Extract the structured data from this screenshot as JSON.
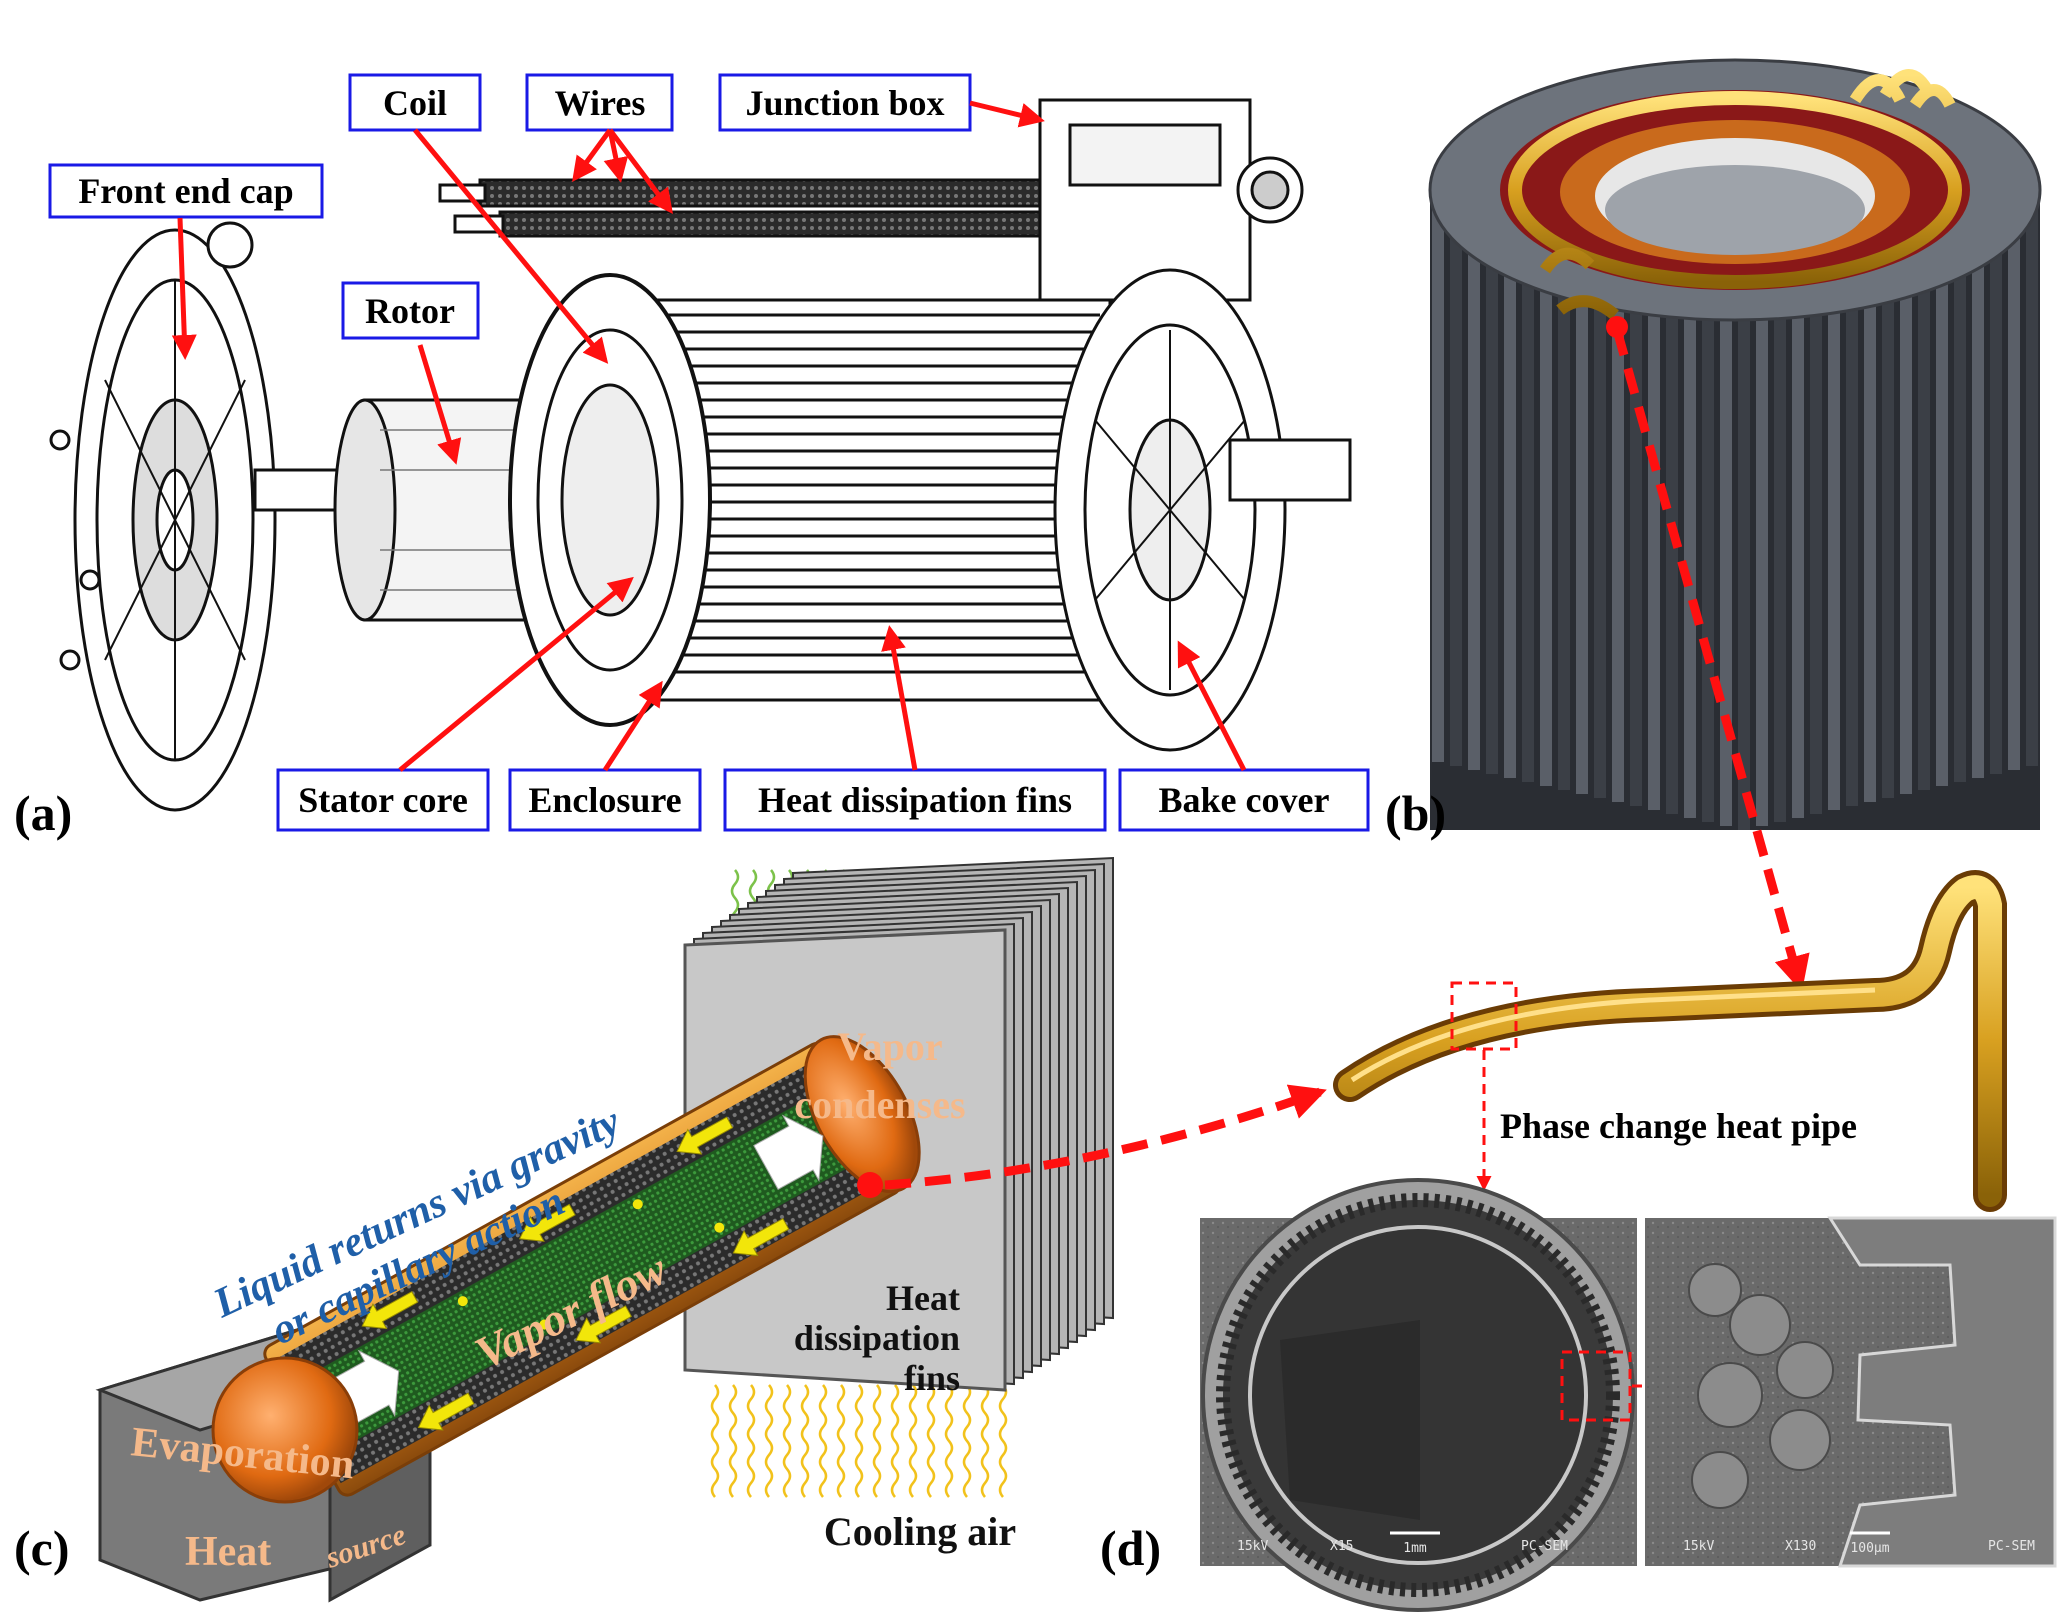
{
  "panels": {
    "a": "(a)",
    "b": "(b)",
    "c": "(c)",
    "d": "(d)"
  },
  "motor_labels": {
    "front_end_cap": "Front end cap",
    "coil": "Coil",
    "wires": "Wires",
    "junction_box": "Junction box",
    "rotor": "Rotor",
    "stator_core": "Stator core",
    "enclosure": "Enclosure",
    "heat_dissipation_fins": "Heat dissipation fins",
    "bake_cover": "Bake cover"
  },
  "heat_pipe_diagram": {
    "vapor_condenses_1": "Vapor",
    "vapor_condenses_2": "condenses",
    "liquid_returns_1": "Liquid returns via gravity",
    "liquid_returns_2": "or capillary action",
    "vapor_flow": "Vapor flow",
    "fins_1": "Heat",
    "fins_2": "dissipation",
    "fins_3": "fins",
    "evaporation": "Evaporation",
    "heat": "Heat",
    "source": "source",
    "cooling_air": "Cooling air"
  },
  "heat_pipe_label": "Phase change heat pipe",
  "sem_left": {
    "kv": "15kV",
    "mag": "X15",
    "scale": "1mm",
    "tag": "PC-SEM"
  },
  "sem_right": {
    "kv": "15kV",
    "mag": "X130",
    "scale": "100μm",
    "tag": "PC-SEM"
  },
  "colors": {
    "label_box_border": "#1a1ae6",
    "arrow_red": "#ff1010",
    "copper": "#d97a1a",
    "accent_text": "#1f5fa8",
    "heat_text": "#f5b98a",
    "green_wave": "#7cc24a",
    "yellow_wave": "#f2c21b"
  }
}
